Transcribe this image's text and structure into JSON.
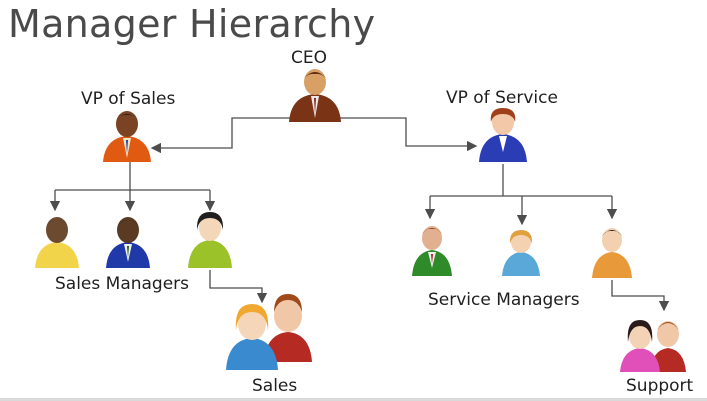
{
  "title": "Manager Hierarchy",
  "nodes": {
    "ceo": "CEO",
    "vp_sales": "VP of Sales",
    "vp_service": "VP of Service",
    "sales_managers": "Sales Managers",
    "service_managers": "Service Managers",
    "sales": "Sales",
    "support": "Support"
  },
  "colors": {
    "connector": "#4d4d4d",
    "title_text": "#4a4a4a"
  },
  "icons": [
    "ceo-person-icon",
    "vp-sales-person-icon",
    "vp-service-person-icon",
    "sales-manager-person-icon",
    "service-manager-person-icon",
    "sales-group-icon",
    "support-group-icon"
  ]
}
